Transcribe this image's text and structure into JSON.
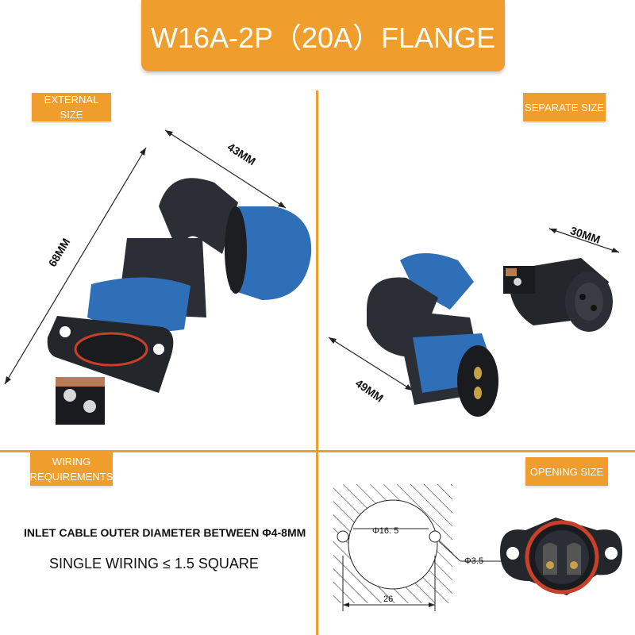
{
  "title": "W16A-2P（20A）FLANGE",
  "sections": {
    "external_size": "EXTERNAL SIZE",
    "separate_size": "SEPARATE SIZE",
    "wiring_requirements_line1": "WIRING",
    "wiring_requirements_line2": "REQUIREMENTS",
    "opening_size": "OPENING SIZE"
  },
  "dimensions": {
    "width_43": "43MM",
    "height_68": "68MM",
    "width_30": "30MM",
    "length_49": "49MM"
  },
  "wiring": {
    "cable_diameter": "INLET CABLE OUTER DIAMETER BETWEEN Φ4-8MM",
    "single_wiring": "SINGLE WIRING ≤ 1.5 SQUARE"
  },
  "drawing": {
    "hole_diameter": "Φ16. 5",
    "mount_hole": "Φ3.5",
    "spacing": "26"
  },
  "colors": {
    "accent": "#ef9d2c",
    "connector_body": "#2b2e35",
    "connector_blue": "#2f6fb8"
  }
}
